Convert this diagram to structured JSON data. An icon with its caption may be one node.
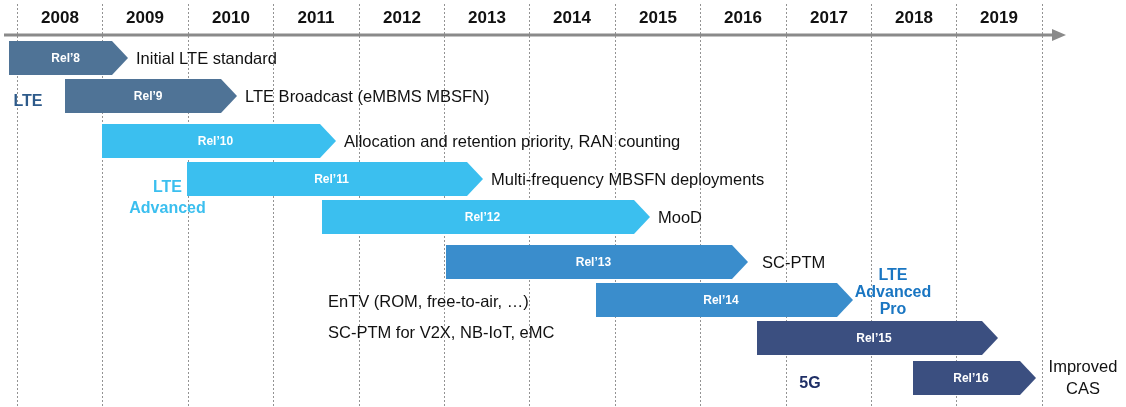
{
  "diagram": {
    "nodes": [
      {
        "text": [
          "Rel’8"
        ],
        "beside": [
          "Initial LTE standard"
        ]
      },
      {
        "text": [
          "Rel’9"
        ],
        "beside": [
          "LTE Broadcast (eMBMS MBSFN)"
        ]
      },
      {
        "text": [
          "Rel’10"
        ],
        "beside": [
          "Allocation and retention priority, RAN counting"
        ]
      },
      {
        "text": [
          "Rel’11"
        ],
        "beside": [
          "Multi-frequency MBSFN deployments"
        ]
      },
      {
        "text": [
          "Rel’12"
        ],
        "beside": [
          "MooD"
        ]
      },
      {
        "text": [
          "Rel’13"
        ],
        "beside": [
          "SC-PTM"
        ]
      },
      {
        "text": [
          "Rel’14"
        ],
        "beside": [
          "EnTV (ROM, free-to-air, …)",
          "SC-PTM for V2X, NB-IoT, eMC"
        ]
      },
      {
        "text": [
          "Rel’15"
        ]
      },
      {
        "text": [
          "Rel’16"
        ],
        "beside": [
          "Improved CAS"
        ]
      }
    ],
    "labels": [
      "2008",
      "2009",
      "2010",
      "2011",
      "2012",
      "2013",
      "2014",
      "2015",
      "2016",
      "2017",
      "2018",
      "2019",
      "LTE",
      "LTE Advanced",
      "LTE Advanced Pro",
      "5G"
    ]
  }
}
